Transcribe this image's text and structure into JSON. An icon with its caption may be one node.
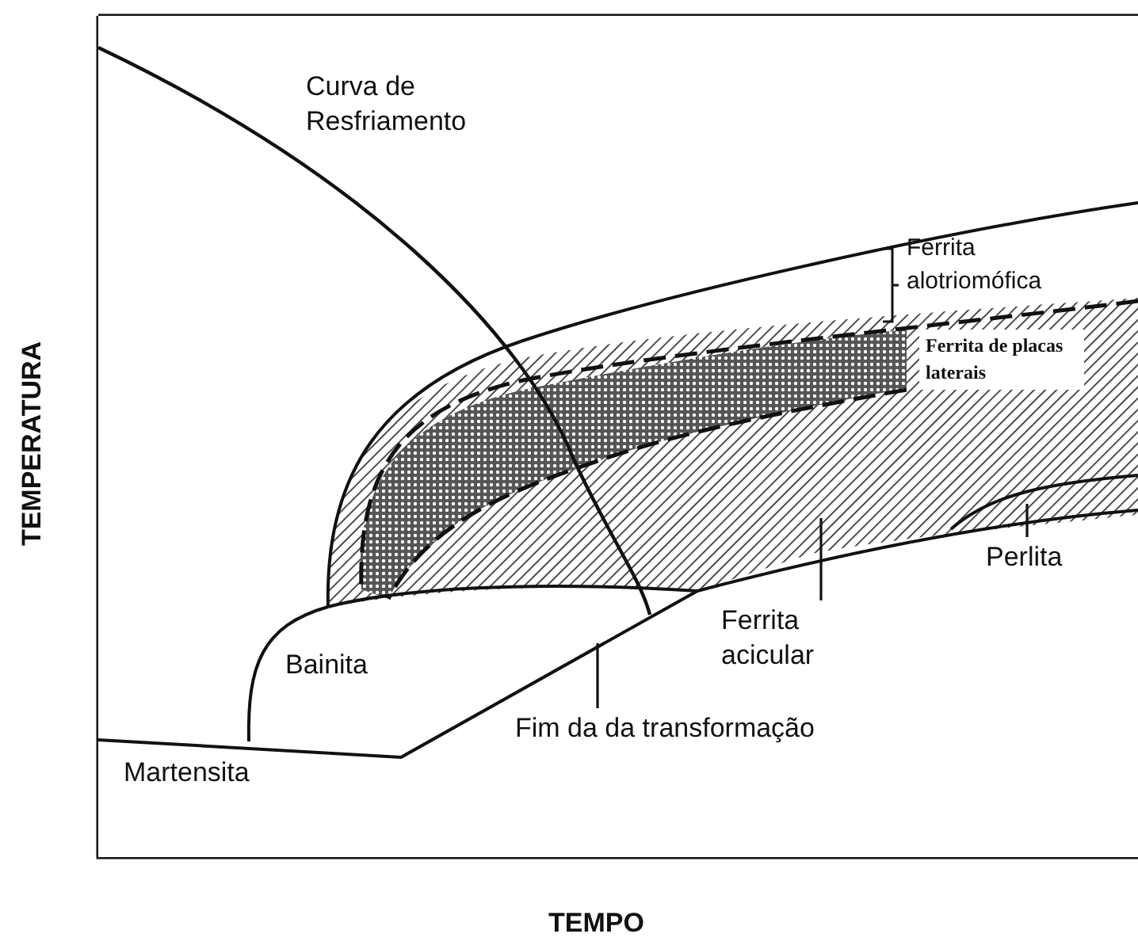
{
  "diagram": {
    "nodes": [
      {
        "text": [
          "Perlita"
        ]
      },
      {
        "text": [
          "Ferrita acicular"
        ]
      },
      {
        "text": [
          "Fim da da transformação"
        ]
      }
    ],
    "edges": [
      {
        "from": 0,
        "to": null,
        "arrow": "none"
      },
      {
        "from": 1,
        "to": null,
        "arrow": "none"
      },
      {
        "from": 2,
        "to": null,
        "arrow": "none"
      }
    ],
    "labels": [
      "Curva de Resfriamento",
      "Ferrita alotriomófica",
      "Ferrita de placas laterais",
      "TEMPERATURA",
      "Bainita",
      "Martensita",
      "TEMPO"
    ]
  }
}
